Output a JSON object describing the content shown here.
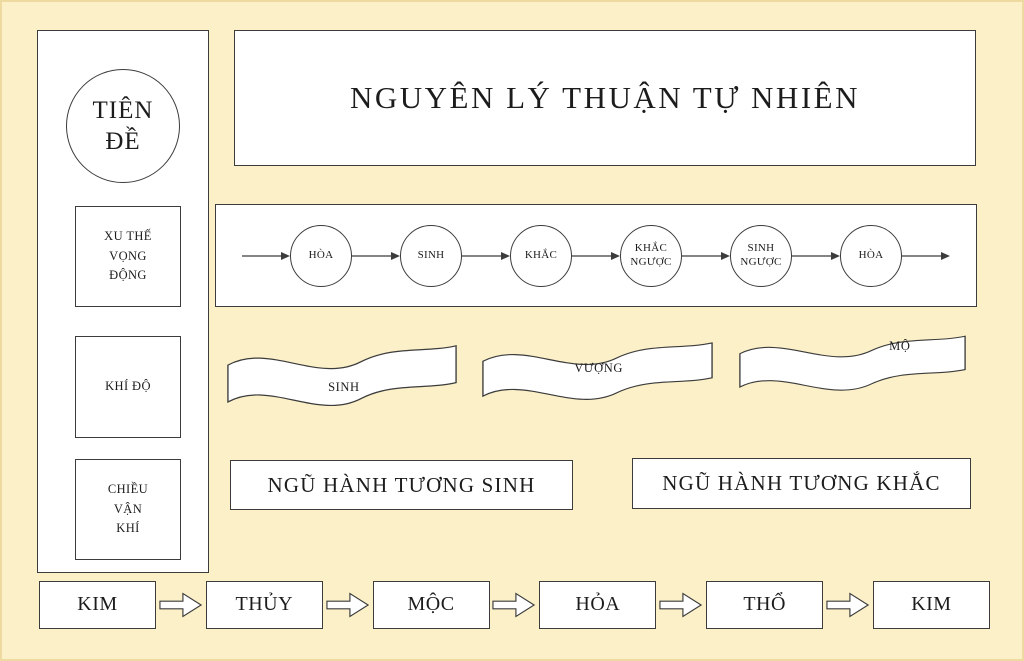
{
  "colors": {
    "background": "#fbf0c8",
    "shape_fill": "#ffffff",
    "stroke": "#3c3c3c",
    "text": "#1c1c1c"
  },
  "sidebar": {
    "circle_label": "TIÊN\nĐỀ",
    "boxes": [
      {
        "label": "XU THẾ\nVỌNG\nĐỘNG"
      },
      {
        "label": "KHÍ ĐỘ"
      },
      {
        "label": "CHIỀU\nVẬN\nKHÍ"
      }
    ]
  },
  "title": {
    "text": "NGUYÊN LÝ THUẬN TỰ NHIÊN"
  },
  "phase_flow": {
    "nodes": [
      {
        "label": "HÒA"
      },
      {
        "label": "SINH"
      },
      {
        "label": "KHẮC"
      },
      {
        "label": "KHẮC\nNGƯỢC"
      },
      {
        "label": "SINH\nNGƯỢC"
      },
      {
        "label": "HÒA"
      }
    ]
  },
  "waves": [
    {
      "label": "SINH"
    },
    {
      "label": "VƯỢNG"
    },
    {
      "label": "MỘ"
    }
  ],
  "banners": [
    {
      "label": "NGŨ HÀNH TƯƠNG SINH"
    },
    {
      "label": "NGŨ HÀNH TƯƠNG KHẮC"
    }
  ],
  "elements_row": {
    "items": [
      {
        "label": "KIM"
      },
      {
        "label": "THỦY"
      },
      {
        "label": "MỘC"
      },
      {
        "label": "HỎA"
      },
      {
        "label": "THỔ"
      },
      {
        "label": "KIM"
      }
    ]
  }
}
